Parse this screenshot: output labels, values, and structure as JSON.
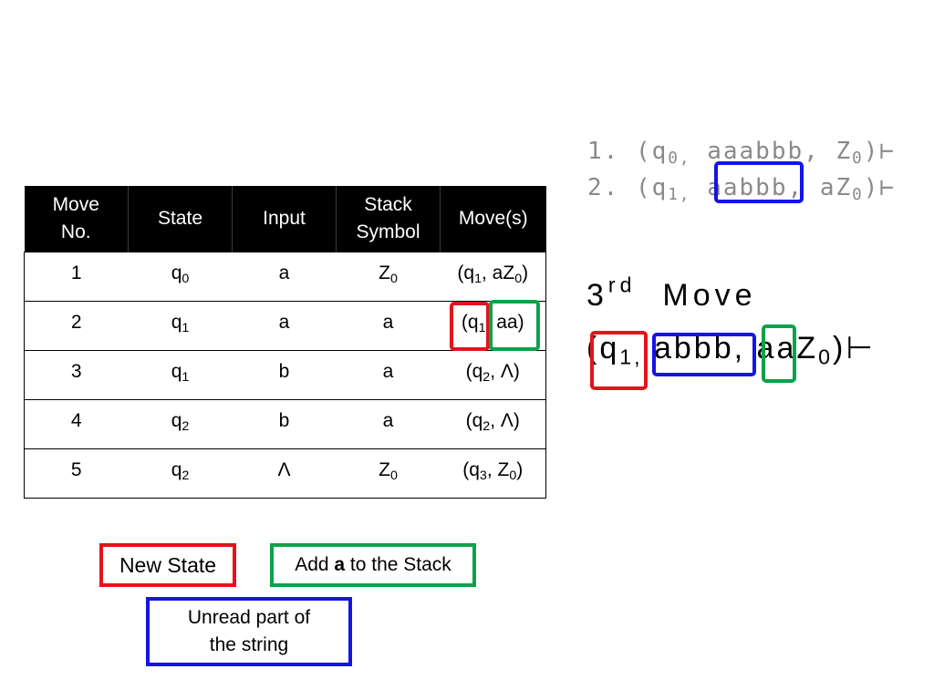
{
  "table": {
    "headers": [
      [
        "Move",
        "No."
      ],
      [
        "State"
      ],
      [
        "Input"
      ],
      [
        "Stack",
        "Symbol"
      ],
      [
        "Move(s)"
      ]
    ],
    "rows": [
      [
        [
          "1"
        ],
        [
          "q",
          "0"
        ],
        [
          "a"
        ],
        [
          "Z",
          "0"
        ],
        [
          "(q",
          "1",
          ", aZ",
          "0",
          ")"
        ]
      ],
      [
        [
          "2"
        ],
        [
          "q",
          "1"
        ],
        [
          "a"
        ],
        [
          "a"
        ],
        [
          "(q",
          "1",
          ", aa)"
        ]
      ],
      [
        [
          "3"
        ],
        [
          "q",
          "1"
        ],
        [
          "b"
        ],
        [
          "a"
        ],
        [
          "(q",
          "2",
          ", Λ)"
        ]
      ],
      [
        [
          "4"
        ],
        [
          "q",
          "2"
        ],
        [
          "b"
        ],
        [
          "a"
        ],
        [
          "(q",
          "2",
          ", Λ)"
        ]
      ],
      [
        [
          "5"
        ],
        [
          "q",
          "2"
        ],
        [
          "Λ"
        ],
        [
          "Z",
          "0"
        ],
        [
          "(q",
          "3",
          ", Z",
          "0",
          ")"
        ]
      ]
    ]
  },
  "ids": {
    "line1": {
      "num": "1.",
      "open": "(q",
      "state_sub": "0,",
      "input": "aaabbb,",
      "stack": "Z",
      "stack_sub": "0",
      "close": ")⊢"
    },
    "line2": {
      "num": "2.",
      "open": "(q",
      "state_sub": "1,",
      "input_read": "a",
      "input_unread": "abbb,",
      "stack": "aZ",
      "stack_sub": "0",
      "close": ")⊢"
    }
  },
  "move": {
    "title_num": "3",
    "title_sup": "rd",
    "title_word": "Move",
    "open": "(",
    "state": "q",
    "state_sub": "1,",
    "unread": "abbb,",
    "pushed": "a",
    "stack_rest": "aZ",
    "stack_sub": "0",
    "close": ")⊢"
  },
  "legend": {
    "new_state": "New State",
    "add_stack_pre": "Add ",
    "add_stack_bold": "a",
    "add_stack_post": " to the Stack",
    "unread_line1": "Unread part of",
    "unread_line2": "the string"
  },
  "colors": {
    "new_state": "#e3141b",
    "add_stack": "#0aa24a",
    "unread": "#1414e6"
  }
}
